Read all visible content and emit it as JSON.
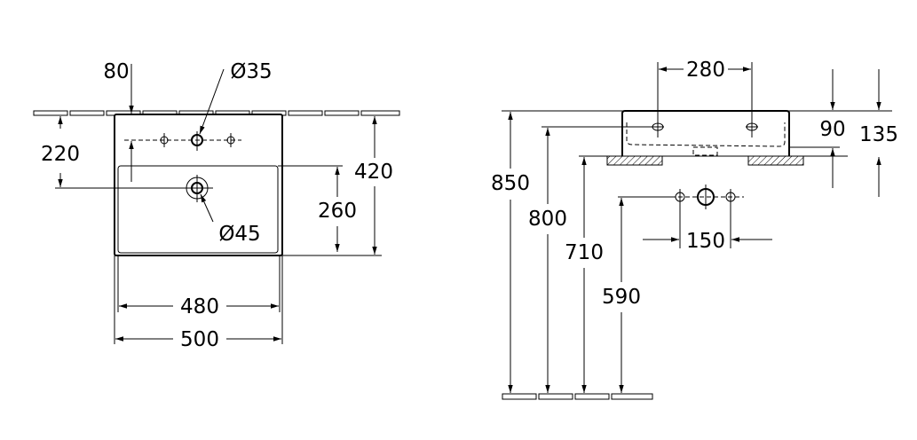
{
  "front_view": {
    "dims": {
      "tap_offset": "80",
      "tap_hole_diameter": "Ø35",
      "drain_height": "220",
      "total_depth": "420",
      "bowl_depth": "260",
      "drain_diameter": "Ø45",
      "bowl_width": "480",
      "total_width": "500"
    }
  },
  "side_view": {
    "dims": {
      "fixing_spacing": "280",
      "bowl_height": "90",
      "total_height": "135",
      "rim_height": "850",
      "fixing_height": "800",
      "underside_height": "710",
      "supply_height": "590",
      "supply_spacing": "150"
    }
  }
}
